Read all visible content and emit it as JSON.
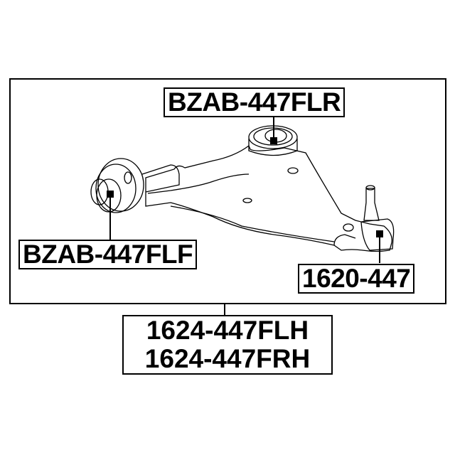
{
  "labels": {
    "rear_bushing": "BZAB-447FLR",
    "front_bushing": "BZAB-447FLF",
    "ball_joint": "1620-447"
  },
  "assembly": {
    "left_hand": "1624-447FLH",
    "right_hand": "1624-447FRH"
  }
}
